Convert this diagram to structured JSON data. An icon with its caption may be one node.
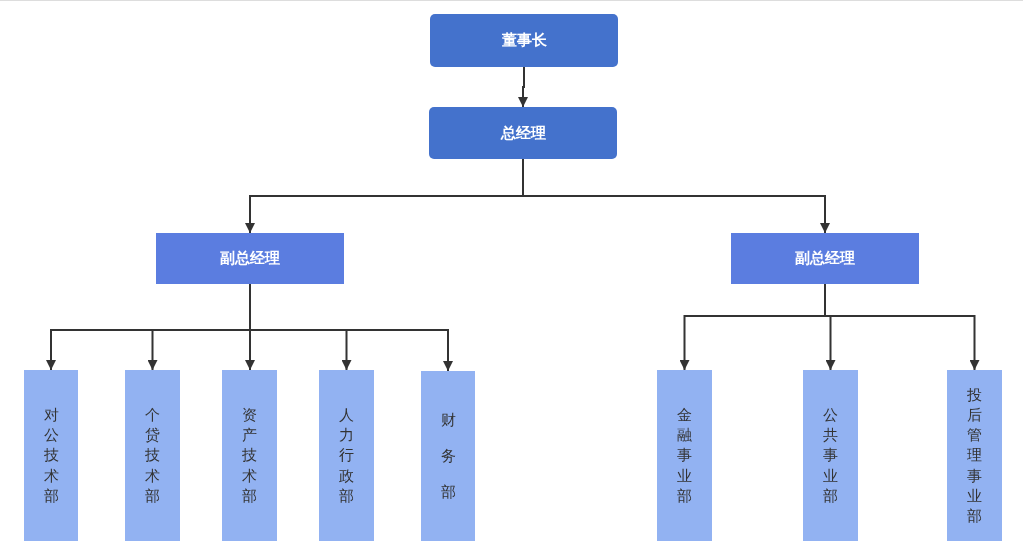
{
  "diagram": {
    "nodes": [
      {
        "text": [
          "董事长"
        ]
      },
      {
        "text": [
          "总经理"
        ]
      },
      {
        "text": [
          "副总经理"
        ]
      },
      {
        "text": [
          "副总经理"
        ]
      },
      {
        "text": [
          "对公技术部"
        ]
      },
      {
        "text": [
          "个贷技术部"
        ]
      },
      {
        "text": [
          "资产技术部"
        ]
      },
      {
        "text": [
          "人力行政部"
        ]
      },
      {
        "text": [
          "财务部"
        ]
      },
      {
        "text": [
          "金融事业部"
        ]
      },
      {
        "text": [
          "公共事业部"
        ]
      },
      {
        "text": [
          "投后管理事业部"
        ]
      }
    ],
    "edges": [
      {
        "from": 0,
        "to": 1,
        "arrow": "to"
      },
      {
        "from": 1,
        "to": 2,
        "arrow": "to"
      },
      {
        "from": 1,
        "to": 3,
        "arrow": "to"
      },
      {
        "from": 2,
        "to": 4,
        "arrow": "to"
      },
      {
        "from": 2,
        "to": 5,
        "arrow": "to"
      },
      {
        "from": 2,
        "to": 6,
        "arrow": "to"
      },
      {
        "from": 2,
        "to": 7,
        "arrow": "to"
      },
      {
        "from": 2,
        "to": 8,
        "arrow": "to"
      },
      {
        "from": 3,
        "to": 9,
        "arrow": "to"
      },
      {
        "from": 3,
        "to": 10,
        "arrow": "to"
      },
      {
        "from": 3,
        "to": 11,
        "arrow": "to"
      }
    ]
  }
}
